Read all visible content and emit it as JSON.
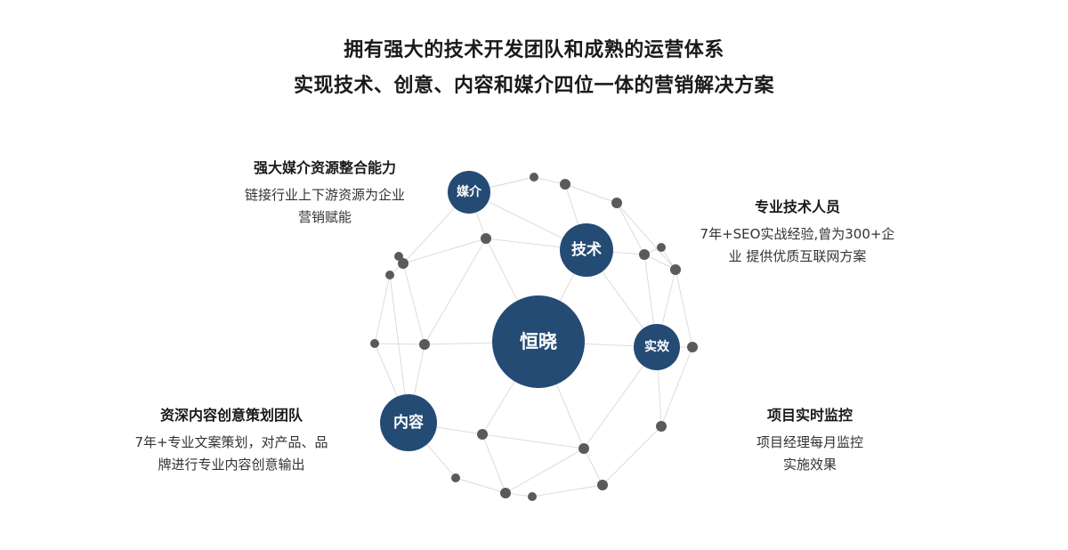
{
  "headline": {
    "line1": "拥有强大的技术开发团队和成熟的运营体系",
    "line2": "实现技术、创意、内容和媒介四位一体的营销解决方案"
  },
  "colors": {
    "node_fill": "#244b74",
    "dot_fill": "#5a5a5a",
    "edge_stroke": "#dcdcdc"
  },
  "diagram": {
    "center": {
      "label": "恒晓"
    },
    "nodes": [
      {
        "key": "media",
        "label": "媒介"
      },
      {
        "key": "tech",
        "label": "技术"
      },
      {
        "key": "effect",
        "label": "实效"
      },
      {
        "key": "content",
        "label": "内容"
      }
    ]
  },
  "blocks": {
    "media": {
      "title": "强大媒介资源整合能力",
      "desc1": "链接行业上下游资源为企业",
      "desc2": "营销赋能"
    },
    "tech": {
      "title": "专业技术人员",
      "desc1": "7年+SEO实战经验,曾为300+企",
      "desc2": "业 提供优质互联网方案"
    },
    "content": {
      "title": "资深内容创意策划团队",
      "desc1": "7年+专业文案策划，对产品、品",
      "desc2": "牌进行专业内容创意输出"
    },
    "monitor": {
      "title": "项目实时监控",
      "desc1": "项目经理每月监控",
      "desc2": "实施效果"
    }
  }
}
